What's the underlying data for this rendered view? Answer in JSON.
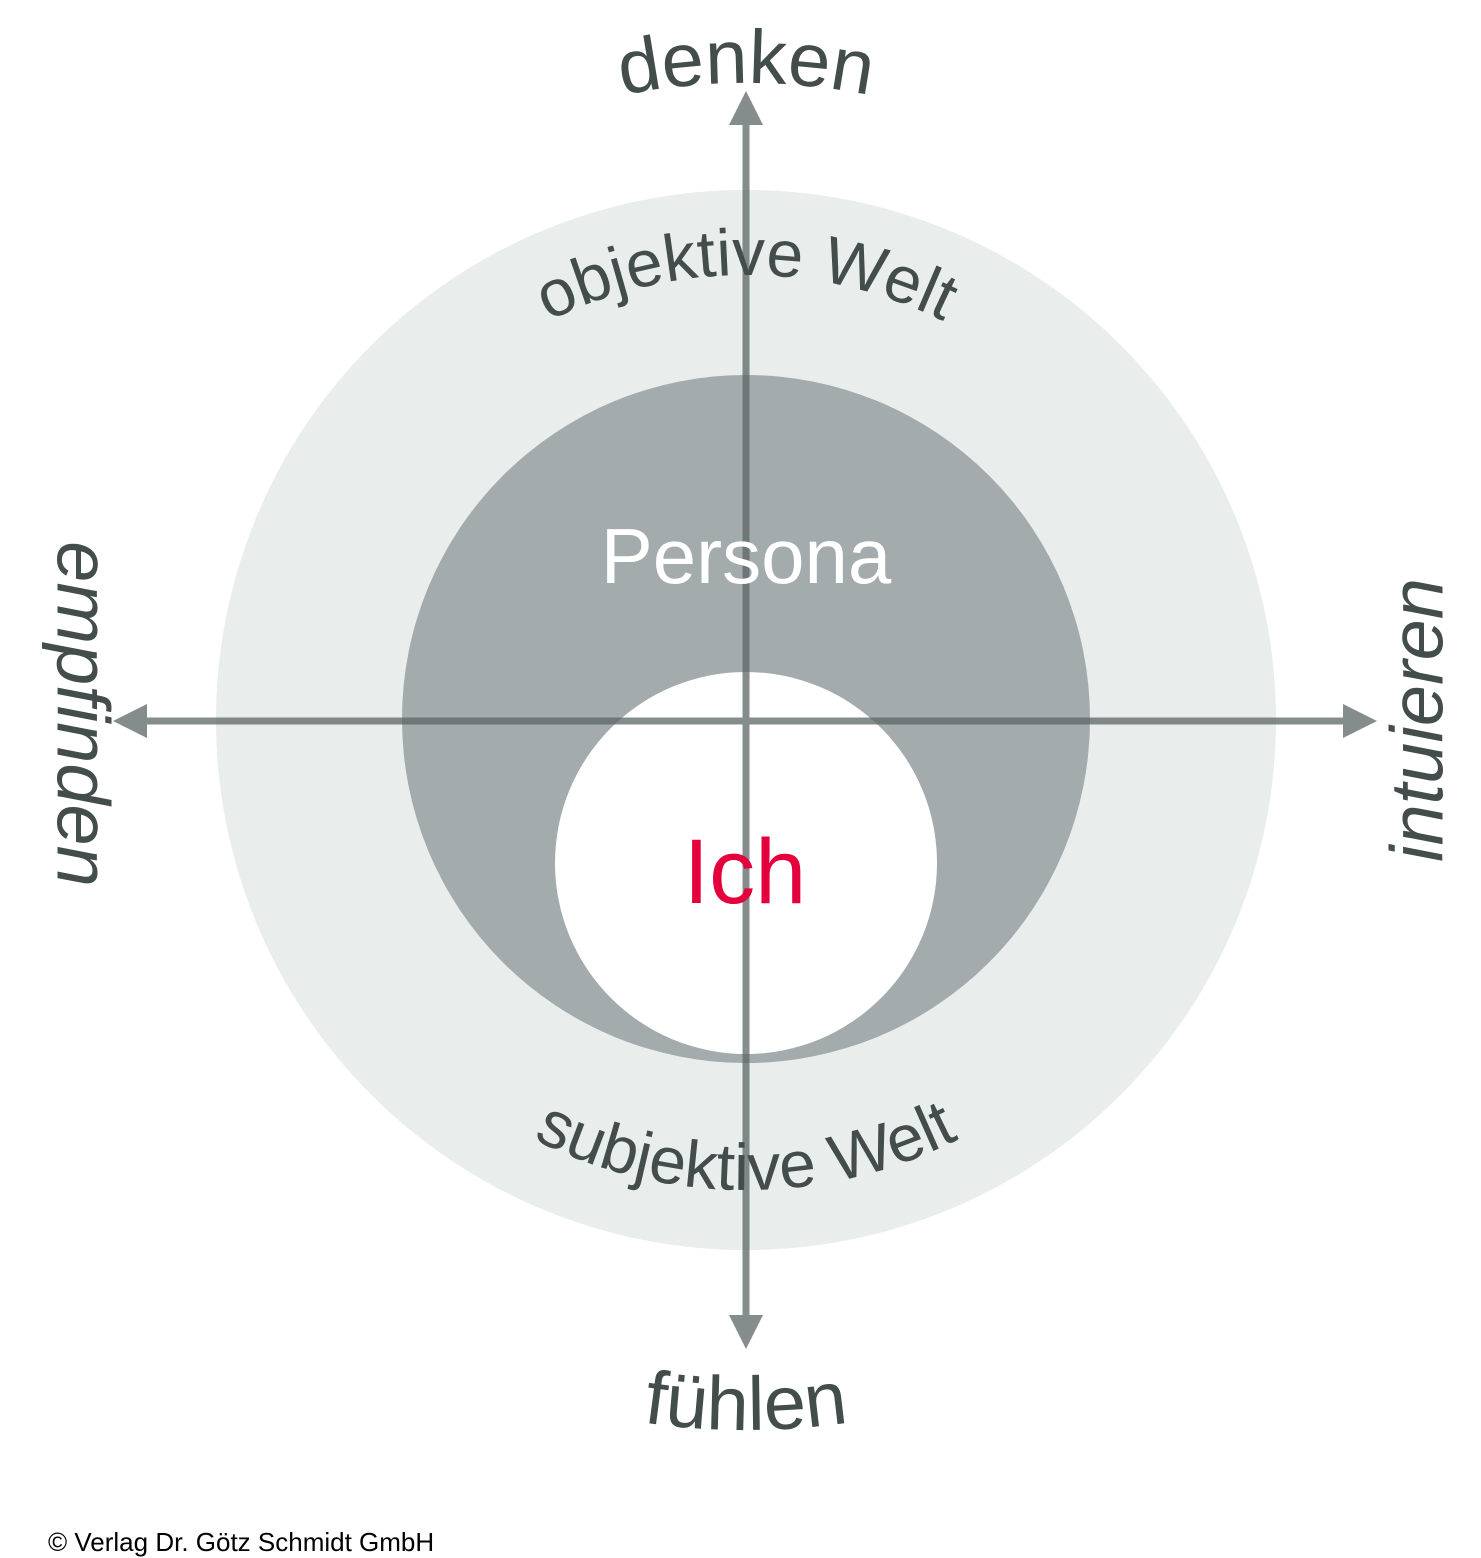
{
  "diagram": {
    "axis_labels": {
      "top": "denken",
      "bottom": "fühlen",
      "left": "empfinden",
      "right": "intuieren"
    },
    "ring_labels": {
      "outer_top": "objektive Welt",
      "outer_bottom": "subjektive Welt",
      "middle": "Persona",
      "inner": "Ich"
    },
    "colors": {
      "outer_ring": "#e9edec",
      "persona_ring": "#a4abac",
      "inner_circle": "#ffffff",
      "axis": "#5c6666",
      "label_dark": "#424d4c",
      "persona_label": "#ffffff",
      "ich_label": "#e4003c",
      "copyright": "#000000"
    },
    "footer": {
      "copyright": "© Verlag Dr. Götz Schmidt GmbH"
    }
  }
}
